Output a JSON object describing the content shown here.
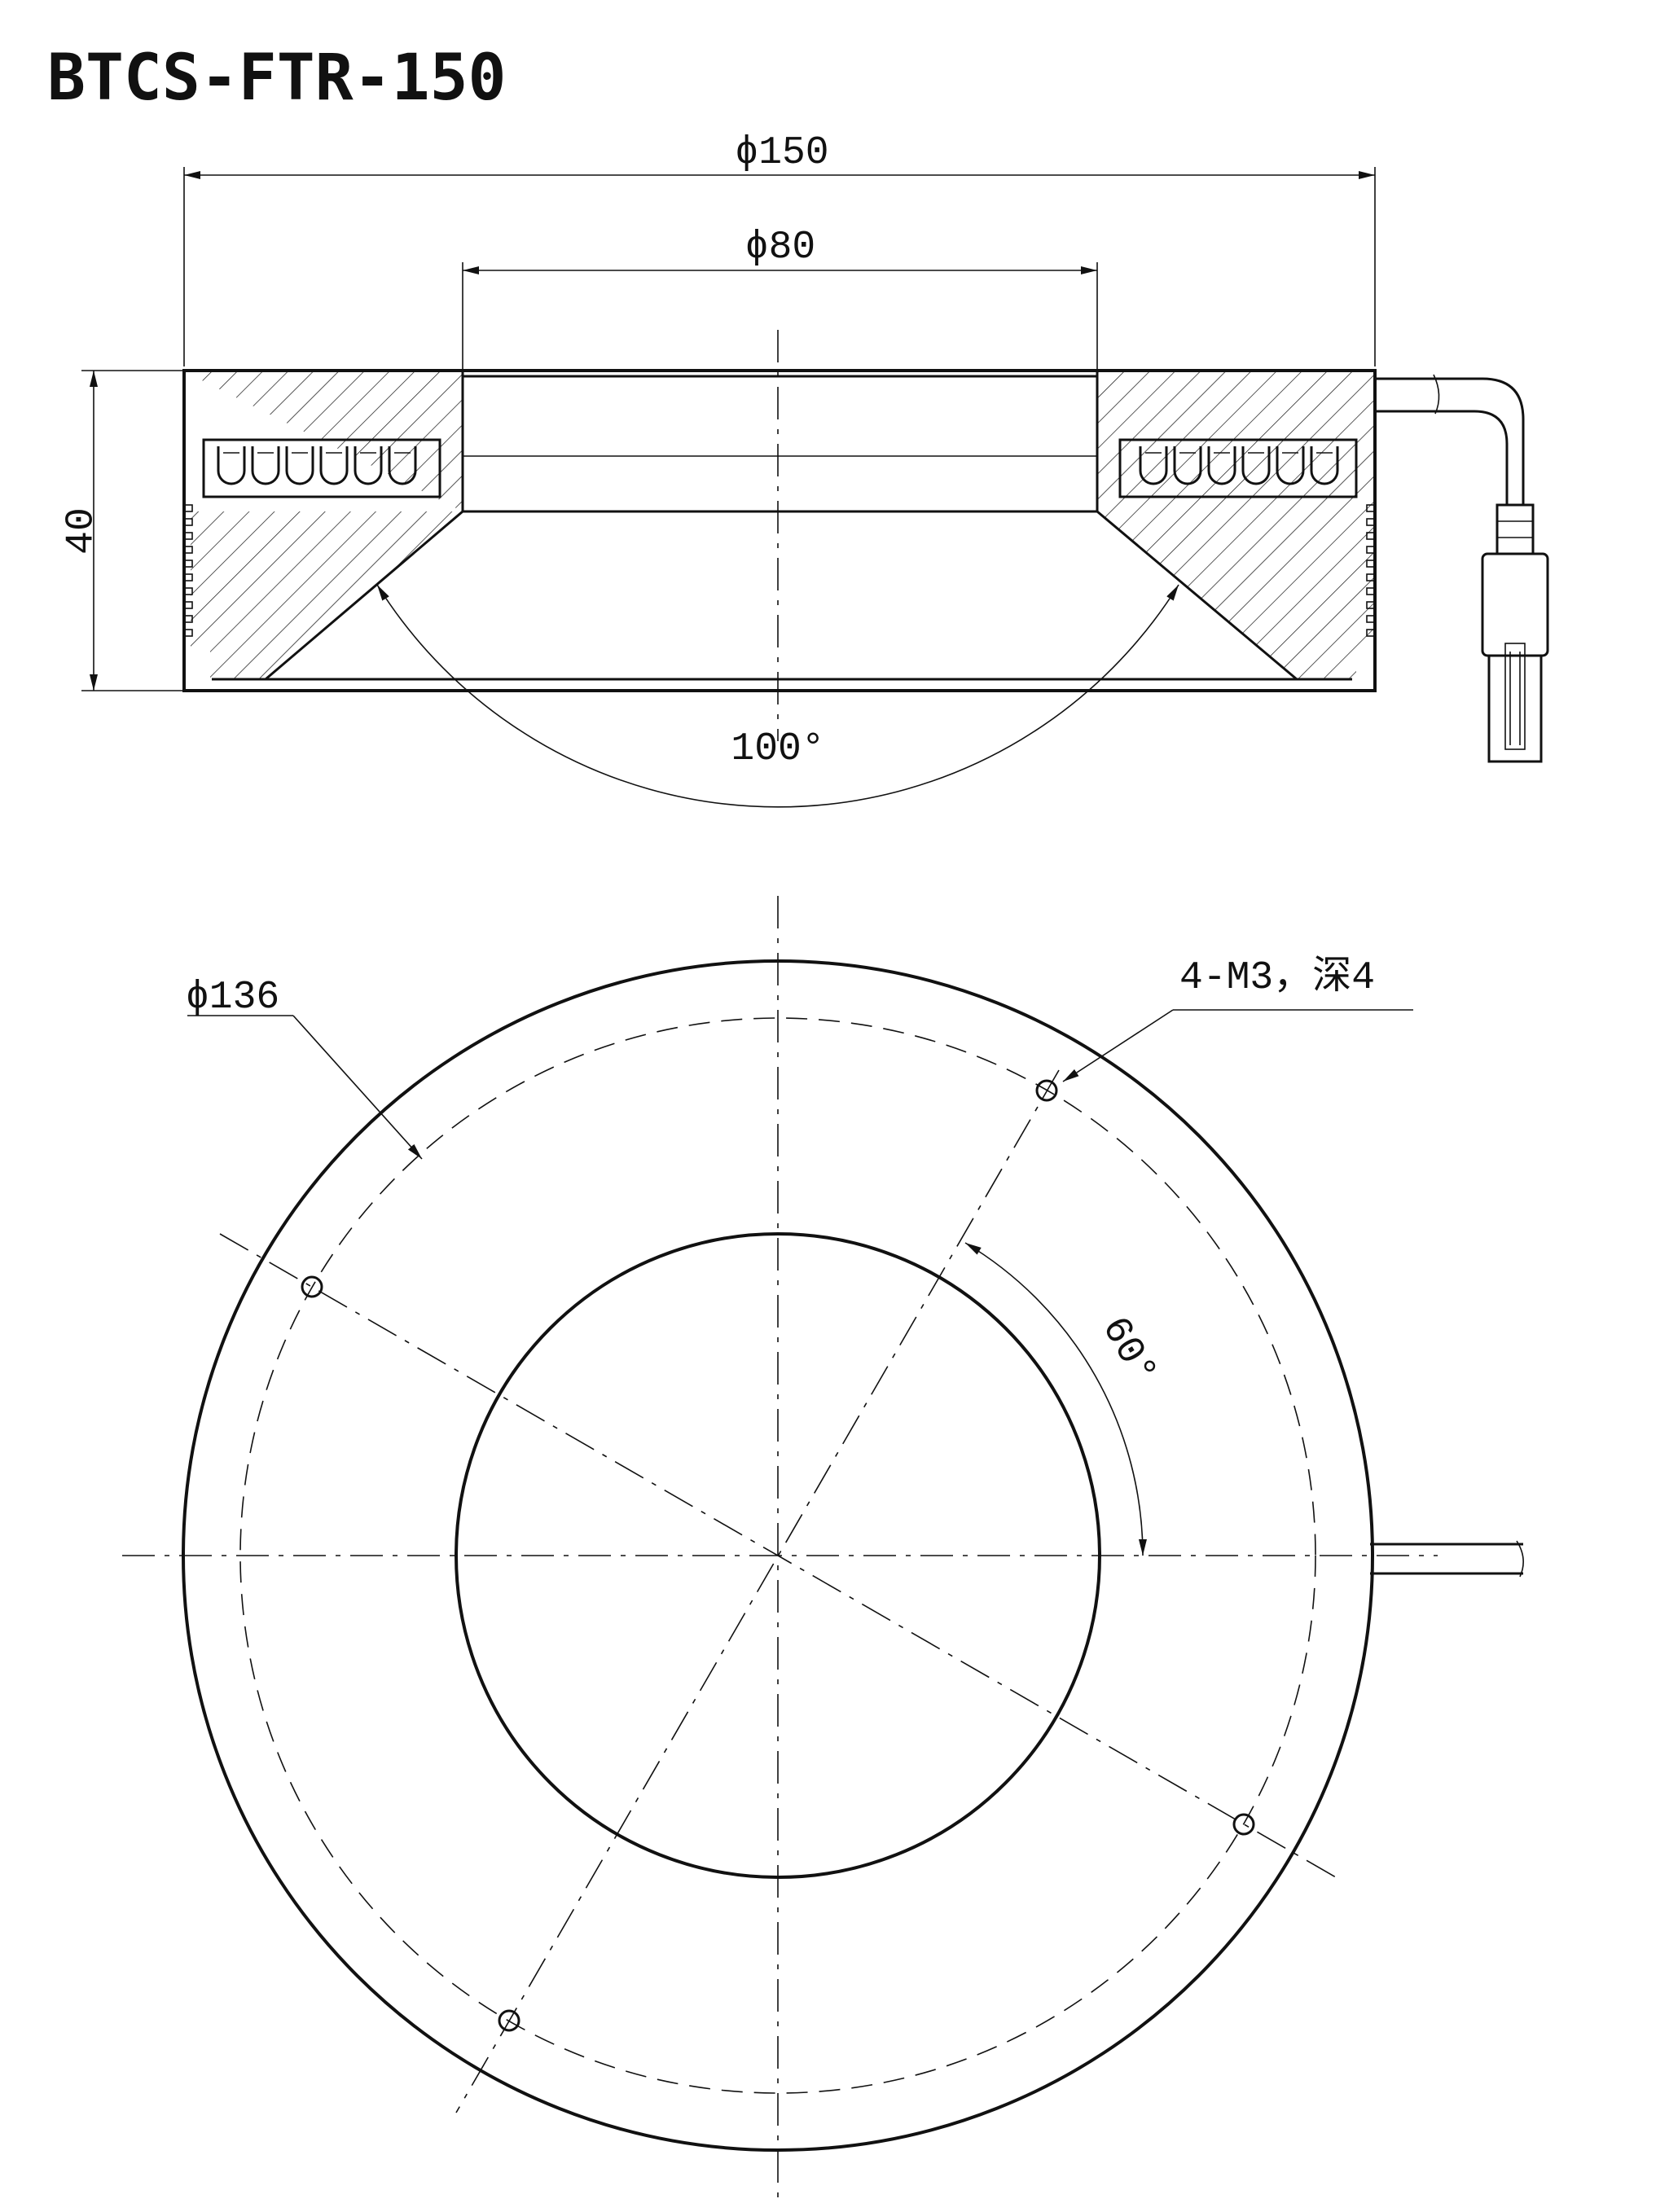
{
  "drawing": {
    "title": "BTCS-FTR-150",
    "side_view": {
      "outer_diameter_label": "ϕ150",
      "inner_diameter_label": "ϕ80",
      "height_label": "40",
      "angle_label": "100°"
    },
    "top_view": {
      "bolt_circle_label": "ϕ136",
      "hole_callout_label": "4-M3，深4",
      "hole_angle_label": "60°"
    }
  },
  "colors": {
    "line": "#111111",
    "background": "#ffffff"
  }
}
